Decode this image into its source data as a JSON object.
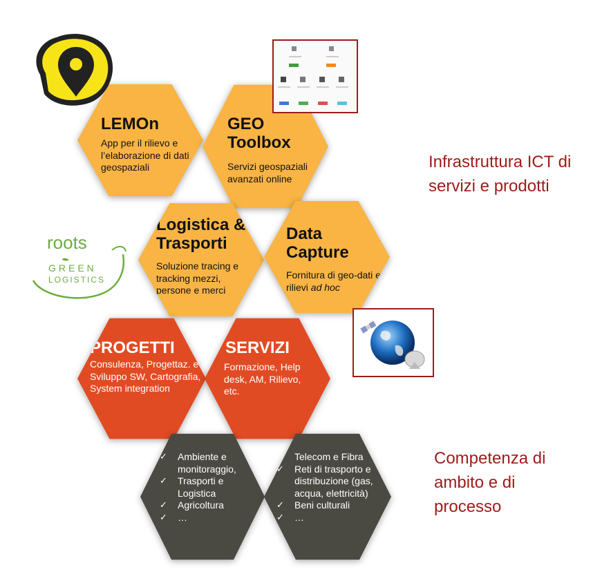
{
  "hexes": {
    "lemon": {
      "title": "LEMOn",
      "text": "App per il rilievo e l’elaborazione di dati geospaziali"
    },
    "geo": {
      "title": "GEO Toolbox",
      "text": "Servizi geospaziali avanzati online"
    },
    "logistica": {
      "title": "Logistica & Trasporti",
      "text": "Soluzione tracing e tracking mezzi, persone e merci"
    },
    "datacapture": {
      "title": "Data Capture",
      "text": "Fornitura di geo-dati e rilievi",
      "text_italic": "ad hoc"
    },
    "progetti": {
      "title": "PROGETTI",
      "text": "Consulenza, Progettaz. e Sviluppo SW, Cartografia, System integration"
    },
    "servizi": {
      "title": "SERVIZI",
      "text": "Formazione, Help desk, AM, Rilievo, etc."
    },
    "ambiti_left": {
      "items": [
        "Ambiente e monitoraggio,",
        "Trasporti e Logistica",
        "Agricoltura",
        "…"
      ]
    },
    "ambiti_right": {
      "items": [
        "Telecom e Fibra",
        "Reti di trasporto e distribuzione (gas, acqua, elettricità)",
        "Beni culturali",
        "…"
      ]
    }
  },
  "side_labels": {
    "infrastruttura": "Infrastruttura ICT di servizi e prodotti",
    "competenza": "Competenza di ambito e di processo"
  },
  "logos": {
    "roots_word": "roots",
    "green_word": "GREEN",
    "logistics_word": "LOGISTICS"
  },
  "icons": {
    "lemon": "lemon-map-pin-icon",
    "toolbox_screenshot": "geo-toolbox-screenshot",
    "satellite_globe": "satellite-globe-icon",
    "check": "checkmark-icon"
  },
  "colors": {
    "orange": "#F9B444",
    "red": "#E14B24",
    "dark": "#4A4A42",
    "label": "#9E1B17",
    "green": "#6AAE3C"
  }
}
